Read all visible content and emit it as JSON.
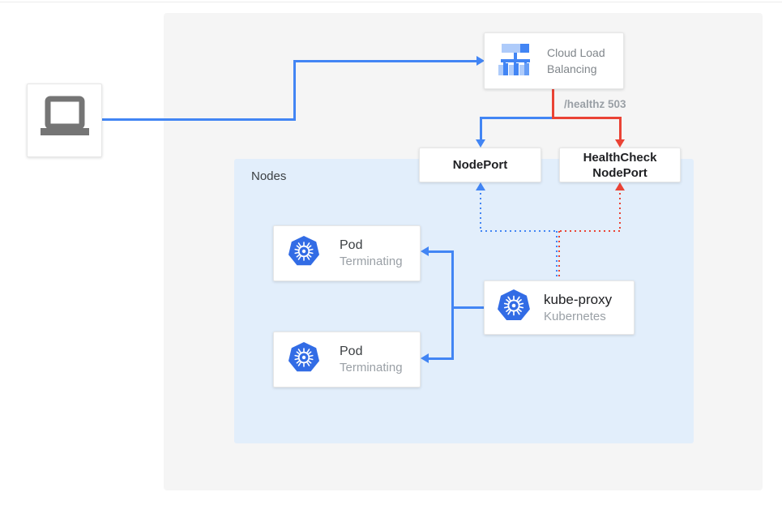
{
  "client": {
    "icon": "laptop-icon"
  },
  "load_balancer": {
    "label": "Cloud Load Balancing",
    "icon": "cloud-load-balancing-icon"
  },
  "edge_label": "/healthz 503",
  "node_port": {
    "label": "NodePort"
  },
  "health_check_node_port": {
    "label": "HealthCheck NodePort"
  },
  "nodes_group": {
    "label": "Nodes"
  },
  "pods": [
    {
      "title": "Pod",
      "status": "Terminating",
      "icon": "kubernetes-icon"
    },
    {
      "title": "Pod",
      "status": "Terminating",
      "icon": "kubernetes-icon"
    }
  ],
  "kube_proxy": {
    "title": "kube-proxy",
    "subtitle": "Kubernetes",
    "icon": "kubernetes-icon"
  },
  "colors": {
    "blue": "#4285f4",
    "red": "#ea4335",
    "kubernetes_blue": "#326ce5",
    "panel_bg": "#f5f5f5",
    "nodes_group_bg": "#e2eefb",
    "gray_text": "#80868b",
    "dark_text": "#202124",
    "laptop_gray": "#757575"
  }
}
